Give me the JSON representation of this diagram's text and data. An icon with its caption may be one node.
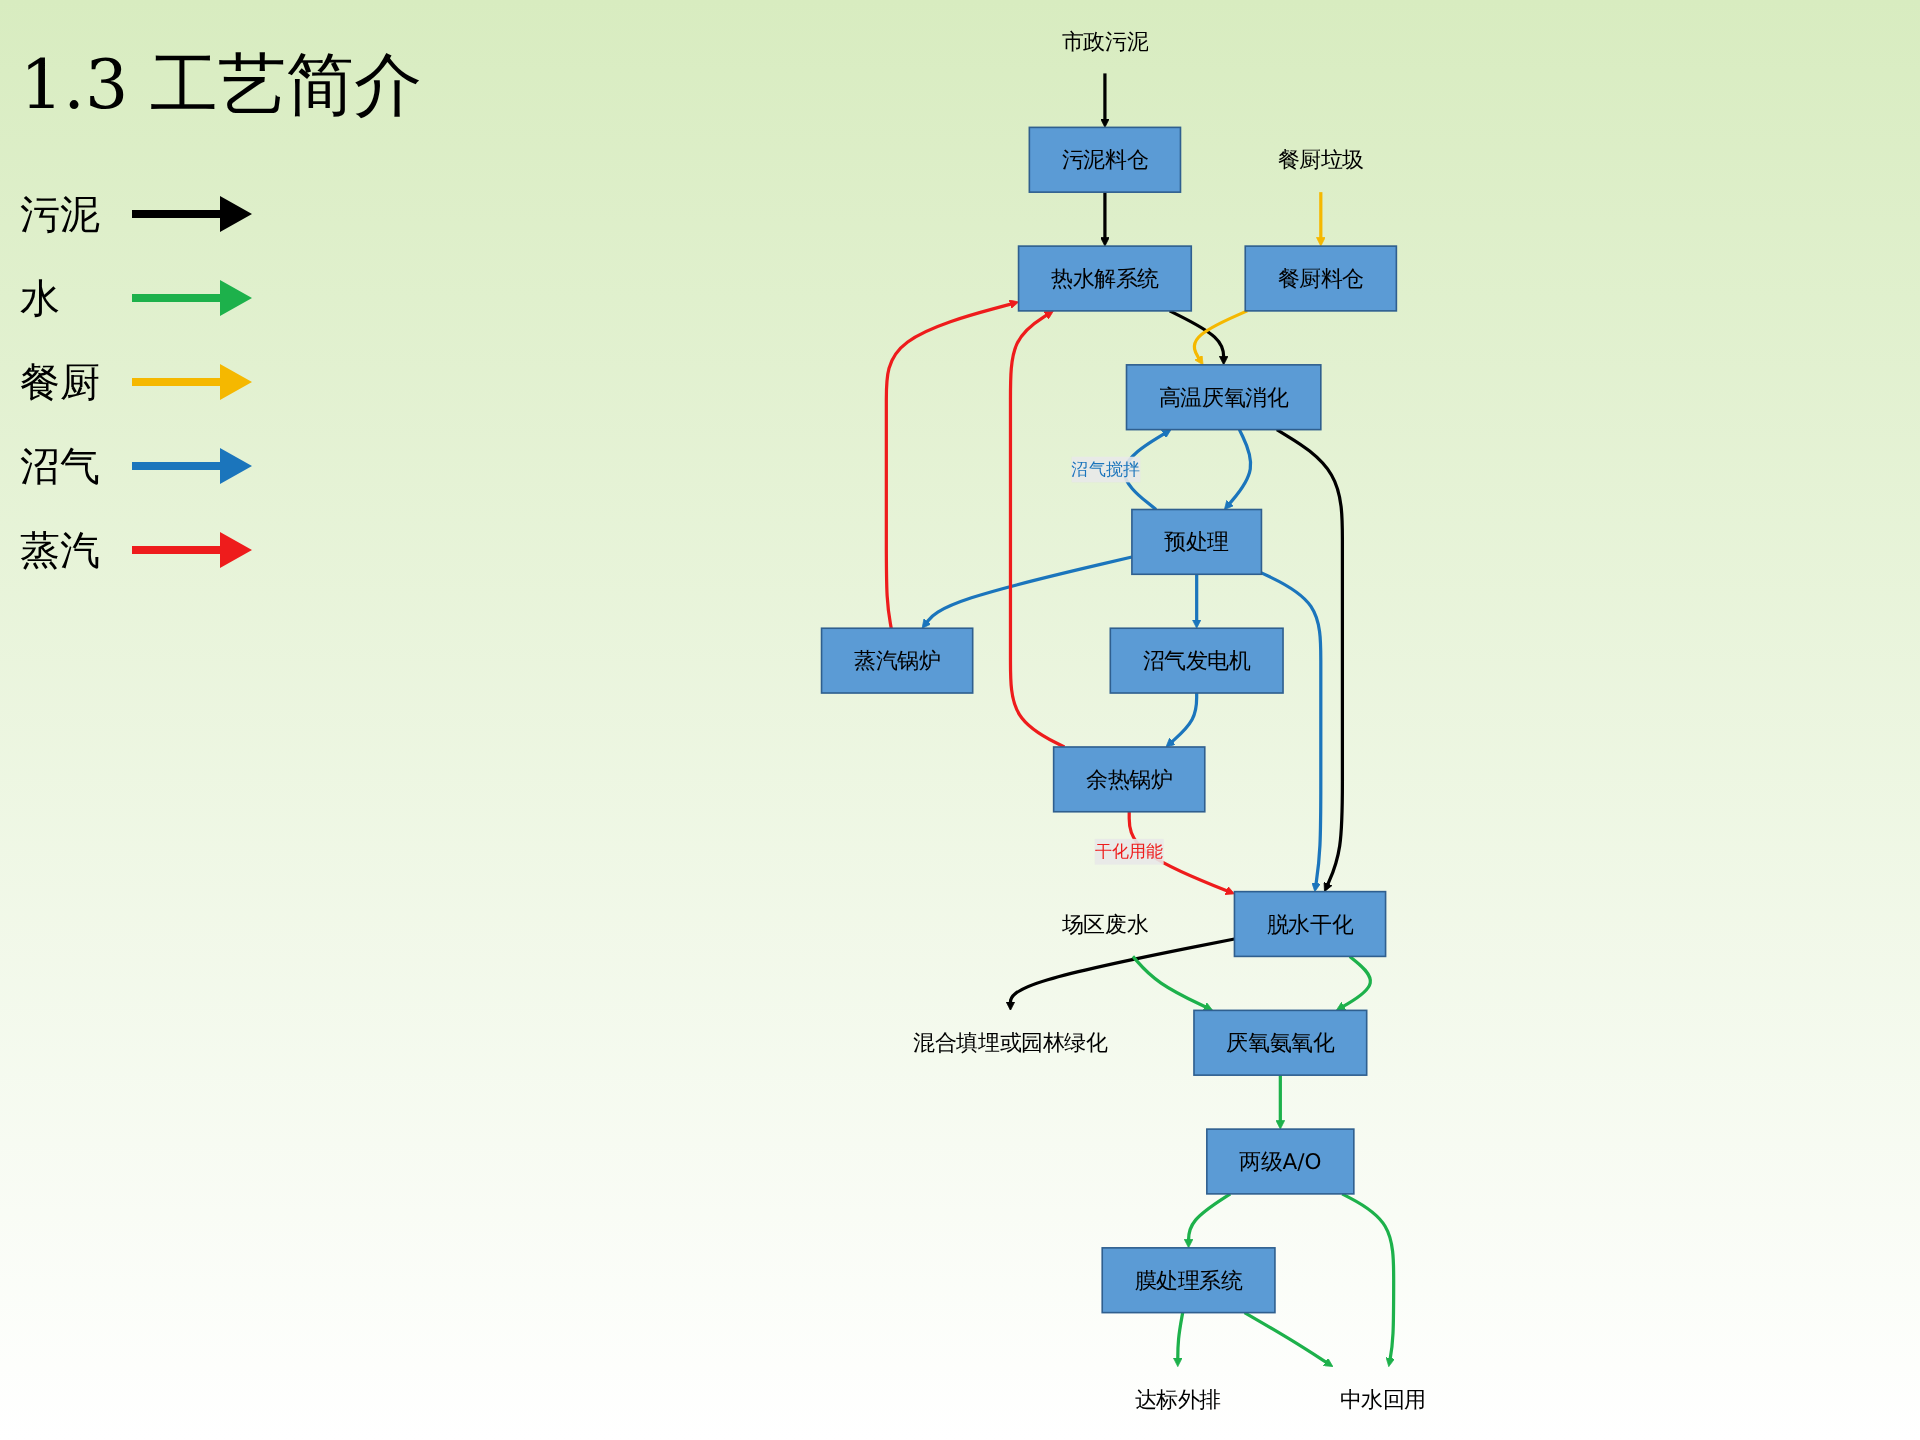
{
  "diagram": {
    "title": "1.3 工艺简介",
    "nodes": [
      {
        "text": [
          "市政污泥"
        ]
      },
      {
        "text": [
          "污泥料仓"
        ]
      },
      {
        "text": [
          "热水解系统"
        ]
      },
      {
        "text": [
          "高温厌氧消化"
        ]
      },
      {
        "text": [
          "脱水干化"
        ]
      },
      {
        "text": [
          "混合填埋或园林绿化"
        ]
      },
      {
        "text": [
          "餐厨垃圾"
        ]
      },
      {
        "text": [
          "餐厨料仓"
        ]
      },
      {
        "text": [
          "预处理"
        ]
      },
      {
        "text": [
          "蒸汽锅炉"
        ]
      },
      {
        "text": [
          "沼气发电机"
        ]
      },
      {
        "text": [
          "余热锅炉"
        ]
      },
      {
        "text": [
          "厌氧氨氧化"
        ]
      },
      {
        "text": [
          "场区废水"
        ]
      },
      {
        "text": [
          "两级A/O"
        ]
      },
      {
        "text": [
          "膜处理系统"
        ]
      },
      {
        "text": [
          "达标外排"
        ]
      },
      {
        "text": [
          "中水回用"
        ]
      }
    ],
    "edges": [
      {
        "from": 0,
        "to": 1,
        "arrow": "to",
        "color": "#000000"
      },
      {
        "from": 1,
        "to": 2,
        "arrow": "to",
        "color": "#000000"
      },
      {
        "from": 2,
        "to": 3,
        "arrow": "to",
        "color": "#000000"
      },
      {
        "from": 3,
        "to": 4,
        "arrow": "to",
        "color": "#000000"
      },
      {
        "from": 4,
        "to": 5,
        "arrow": "to",
        "color": "#000000"
      },
      {
        "from": 6,
        "to": 7,
        "arrow": "to",
        "color": "#f5b800"
      },
      {
        "from": 7,
        "to": 3,
        "arrow": "to",
        "color": "#f5b800"
      },
      {
        "from": 3,
        "to": 8,
        "arrow": "to",
        "color": "#1b75bc"
      },
      {
        "from": 8,
        "to": 3,
        "arrow": "to",
        "label": "沼气搅拌",
        "color": "#1b75bc"
      },
      {
        "from": 8,
        "to": 9,
        "arrow": "to",
        "color": "#1b75bc"
      },
      {
        "from": 8,
        "to": 10,
        "arrow": "to",
        "color": "#1b75bc"
      },
      {
        "from": 10,
        "to": 11,
        "arrow": "to",
        "color": "#1b75bc"
      },
      {
        "from": 8,
        "to": 4,
        "arrow": "to",
        "color": "#1b75bc"
      },
      {
        "from": 11,
        "to": 2,
        "arrow": "to",
        "color": "#ee1c1c"
      },
      {
        "from": 9,
        "to": 2,
        "arrow": "to",
        "color": "#ee1c1c"
      },
      {
        "from": 11,
        "to": 4,
        "arrow": "to",
        "label": "干化用能",
        "color": "#ee1c1c"
      },
      {
        "from": 4,
        "to": 12,
        "arrow": "to"
      },
      {
        "from": 13,
        "to": 12,
        "arrow": "to"
      },
      {
        "from": 12,
        "to": 14,
        "arrow": "to"
      },
      {
        "from": 14,
        "to": 15,
        "arrow": "to"
      },
      {
        "from": 15,
        "to": 16,
        "arrow": "to"
      },
      {
        "from": 14,
        "to": 17,
        "arrow": "to"
      },
      {
        "from": 15,
        "to": 17,
        "arrow": "to"
      }
    ],
    "legend": [
      {
        "text": "污泥",
        "color": "#000000"
      },
      {
        "text": "水",
        "color": "#1db14b"
      },
      {
        "text": "餐厨",
        "color": "#f5b800"
      },
      {
        "text": "沼气",
        "color": "#1b75bc"
      },
      {
        "text": "蒸汽",
        "color": "#ee1c1c"
      }
    ]
  }
}
